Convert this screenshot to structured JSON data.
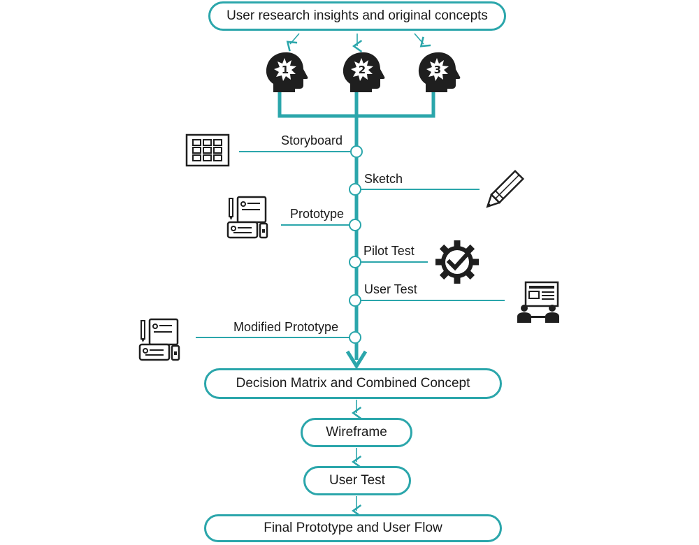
{
  "start": {
    "label": "User research insights and original concepts"
  },
  "concepts": [
    {
      "label": "1",
      "icon": "idea-head-icon"
    },
    {
      "label": "2",
      "icon": "idea-head-icon"
    },
    {
      "label": "3",
      "icon": "idea-head-icon"
    }
  ],
  "stages": [
    {
      "label": "Storyboard",
      "icon": "storyboard-icon"
    },
    {
      "label": "Sketch",
      "icon": "pencil-icon"
    },
    {
      "label": "Prototype",
      "icon": "prototype-devices-icon"
    },
    {
      "label": "Pilot Test",
      "icon": "gear-check-icon"
    },
    {
      "label": "User Test",
      "icon": "user-test-icon"
    },
    {
      "label": "Modified Prototype",
      "icon": "prototype-devices-icon"
    }
  ],
  "flow": {
    "decision": "Decision Matrix and Combined Concept",
    "wireframe": "Wireframe",
    "user_test": "User Test",
    "final": "Final Prototype and User Flow"
  },
  "colors": {
    "accent": "#2ba6ab",
    "icon": "#1f1f1f"
  }
}
